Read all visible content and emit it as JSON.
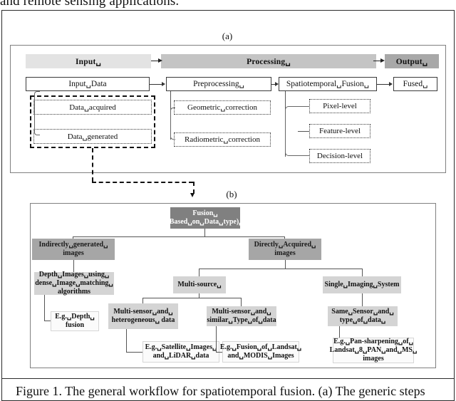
{
  "page": {
    "top_partial_text": "and remote sensing applications.",
    "caption": "Figure 1.  The general workflow for spatiotemporal fusion. (a) The generic steps"
  },
  "panel_a": {
    "label": "(a)",
    "bands": [
      {
        "name": "input",
        "label": "Input␣",
        "color": "#e3e3e3"
      },
      {
        "name": "processing",
        "label": "Processing␣",
        "color": "#c4c4c4"
      },
      {
        "name": "output",
        "label": "Output␣",
        "color": "#a8a8a8"
      }
    ],
    "boxes": {
      "input_data": "Input␣Data",
      "preprocessing": "Preprocessing␣",
      "spatiotemporal_fusion": "Spatiotemporal␣Fusion␣",
      "fused": "Fused␣"
    },
    "input_sub": [
      "Data␣acquired",
      "Data␣generated"
    ],
    "preprocessing_sub": [
      "Geometric␣correction",
      "Radiometric␣correction"
    ],
    "fusion_sub": [
      "Pixel-level",
      "Feature-level",
      "Decision-level"
    ]
  },
  "panel_b": {
    "label": "(b)",
    "root": {
      "line1": "Fusion␣",
      "line2": "(Based␣on␣Data␣type)␣"
    },
    "level1": [
      "Indirectly␣generated␣ images",
      "Directly␣Acquired␣ images"
    ],
    "level2": [
      "Depth␣Images␣using␣ dense␣Image␣matching␣ algorithms",
      "Multi-source␣",
      "Single␣Imaging␣System"
    ],
    "level3": [
      "E.g.␣Depth␣ fusion",
      "Multi-sensor␣and␣ heterogeneous␣ data",
      "Multi-sensor␣and␣ similar␣Type␣of␣data",
      "Same␣Sensor␣and␣ type␣of␣data␣"
    ],
    "level4": [
      "E.g.␣Satellite␣Images␣ and␣LiDAR␣data",
      "E.g.␣Fusion␣of␣Landsat␣ and␣MODIS␣Images",
      "E.g.␣Pan-sharpening␣of␣ Landsat␣8␣PAN␣and␣MS␣ images"
    ]
  },
  "colors": {
    "level0": "#808080",
    "level1": "#a6a6a6",
    "level2": "#d4d4d4",
    "level3": "#fbfbfb",
    "frame": "#2b2b2b",
    "connector": "#555555"
  }
}
